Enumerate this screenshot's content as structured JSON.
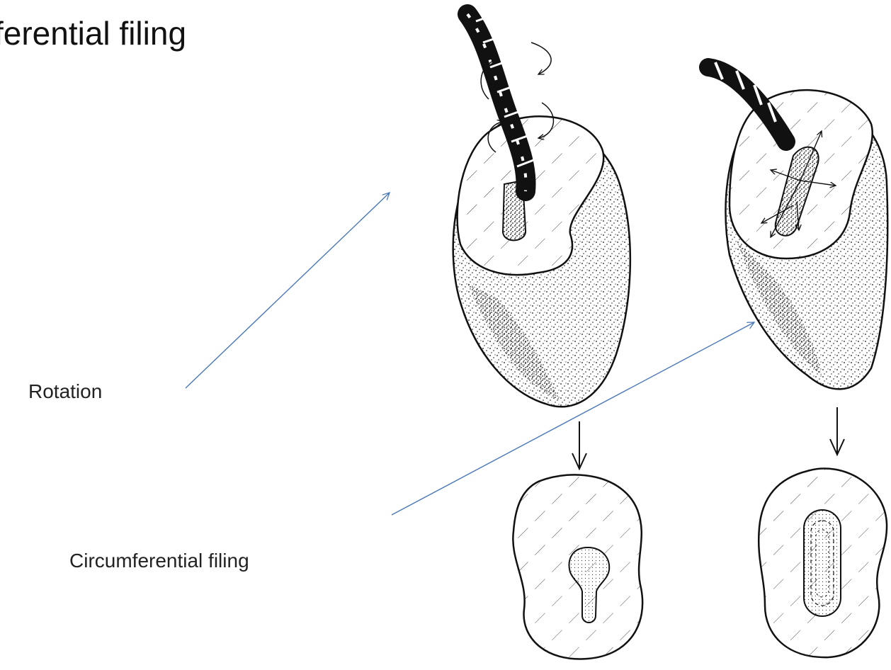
{
  "slide": {
    "title": "ferential filing"
  },
  "labels": {
    "rotation": "Rotation",
    "circumferential": "Circumferential filing"
  },
  "colors": {
    "pointer_arrow": "#4a78b8",
    "ink": "#111111"
  }
}
